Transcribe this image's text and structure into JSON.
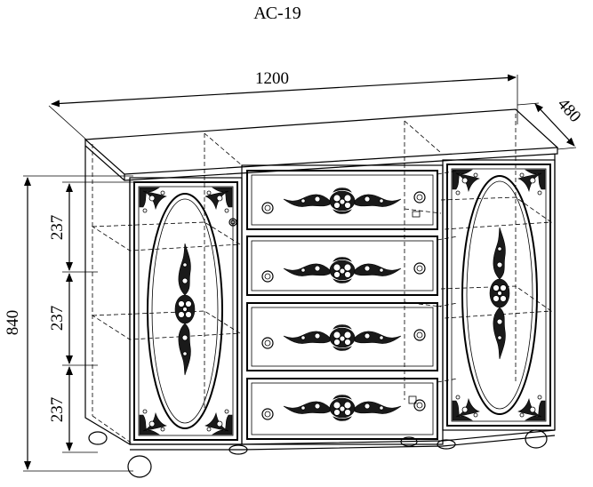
{
  "diagram": {
    "title": "АС-19",
    "dimensions": {
      "width": "1200",
      "depth": "480",
      "height": "840",
      "section_top": "237",
      "section_middle": "237",
      "section_bottom": "237"
    }
  }
}
